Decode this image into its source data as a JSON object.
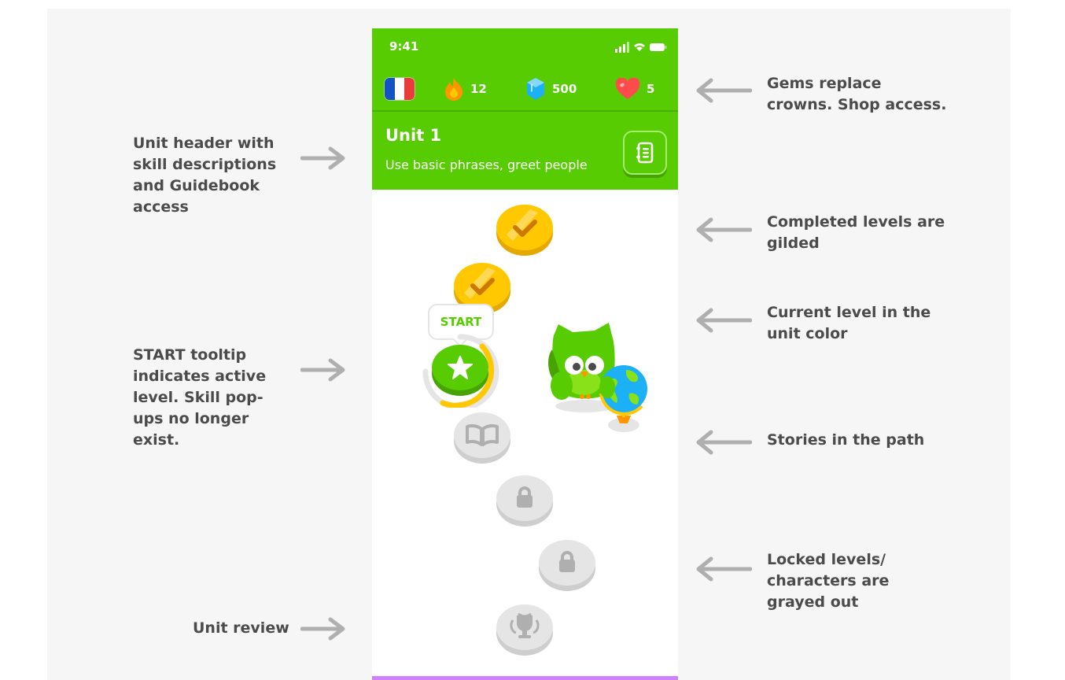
{
  "status_bar": {
    "time": "9:41"
  },
  "top_bar": {
    "streak_count": "12",
    "gems_count": "500",
    "hearts_count": "5"
  },
  "unit_header": {
    "title": "Unit 1",
    "subtitle": "Use basic phrases, greet people"
  },
  "path": {
    "tooltip_label": "START"
  },
  "annotations": {
    "unit_header_note": "Unit header with\nskill descriptions\nand Guidebook\naccess",
    "start_tooltip_note": "START tooltip\nindicates active\nlevel. Skill pop-\nups no longer\nexist.",
    "unit_review_note": "Unit review",
    "gems_note": "Gems replace\ncrowns. Shop access.",
    "completed_note": "Completed levels are\ngilded",
    "current_note": "Current level in the\nunit color",
    "stories_note": "Stories in the path",
    "locked_note": "Locked levels/\ncharacters are\ngrayed out"
  },
  "colors": {
    "unit_green": "#58cc02",
    "gold": "#ffc800",
    "locked_gray": "#e5e5e5",
    "annotation_text": "#4b4b4b",
    "arrow_gray": "#afafaf",
    "next_unit_purple": "#ce82ff"
  },
  "icons": {
    "flag": "france-flag-icon",
    "streak": "flame-icon",
    "gems": "gem-icon",
    "hearts": "heart-icon",
    "guidebook": "guidebook-icon",
    "completed": "check-icon",
    "current": "star-icon",
    "story": "book-icon",
    "locked": "lock-icon",
    "review": "trophy-icon"
  }
}
